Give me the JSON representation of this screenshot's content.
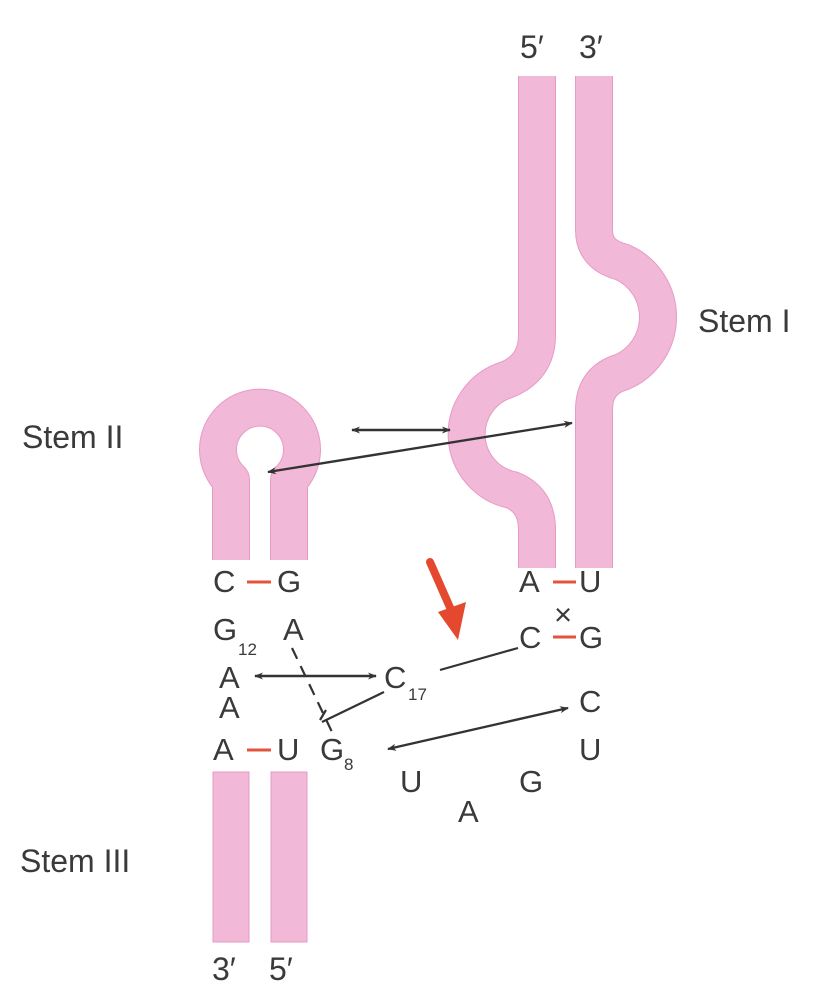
{
  "colors": {
    "strand": "#f2b8d8",
    "strand_edge": "#e79ac6",
    "base_pair": "#e2553c",
    "cleavage_arrow": "#e4482e",
    "text": "#3a3a3a"
  },
  "labels": {
    "stem1": "Stem I",
    "stem2": "Stem II",
    "stem3": "Stem III",
    "top_5prime": "5′",
    "top_3prime": "3′",
    "bottom_3prime": "3′",
    "bottom_5prime": "5′"
  },
  "bases": {
    "stem2_pair_left": "C",
    "stem2_pair_right": "G",
    "g12": "G",
    "g12_num": "12",
    "a_right_col": "A",
    "a_left_1": "A",
    "a_left_2": "A",
    "a_left_3": "A",
    "u_stem3": "U",
    "c17": "C",
    "c17_num": "17",
    "g8": "G",
    "g8_num": "8",
    "u_loop": "U",
    "a_loop": "A",
    "g_loop": "G",
    "stem1_pair_a": "A",
    "stem1_pair_u": "U",
    "stem1_c": "C",
    "stem1_g": "G",
    "mismatch_x": "×",
    "loop_c": "C",
    "loop_u": "U"
  }
}
